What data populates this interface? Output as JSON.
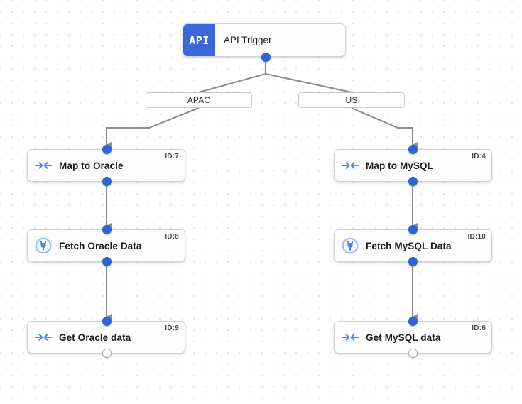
{
  "canvas": {
    "background": "#ffffff",
    "grid_dot_color": "#e3e3e6",
    "accent_color": "#2f63d6",
    "edge_color": "#8c8d92"
  },
  "trigger": {
    "badge_label": "API",
    "title": "API Trigger",
    "badge_color": "#3b68d8",
    "icon_name": "api-badge"
  },
  "branches": [
    {
      "id": "apac",
      "label": "APAC"
    },
    {
      "id": "us",
      "label": "US"
    }
  ],
  "nodes": [
    {
      "key": "map_oracle",
      "title": "Map to Oracle",
      "id_label": "ID:7",
      "icon_name": "arrows-converge-icon",
      "branch": "APAC"
    },
    {
      "key": "fetch_oracle",
      "title": "Fetch Oracle Data",
      "id_label": "ID:8",
      "icon_name": "plug-circle-icon",
      "branch": "APAC"
    },
    {
      "key": "get_oracle",
      "title": "Get Oracle data",
      "id_label": "ID:9",
      "icon_name": "arrows-converge-icon",
      "branch": "APAC"
    },
    {
      "key": "map_mysql",
      "title": "Map to MySQL",
      "id_label": "ID:4",
      "icon_name": "arrows-converge-icon",
      "branch": "US"
    },
    {
      "key": "fetch_mysql",
      "title": "Fetch MySQL Data",
      "id_label": "ID:10",
      "icon_name": "plug-circle-icon",
      "branch": "US"
    },
    {
      "key": "get_mysql",
      "title": "Get MySQL data",
      "id_label": "ID:6",
      "icon_name": "arrows-converge-icon",
      "branch": "US"
    }
  ]
}
